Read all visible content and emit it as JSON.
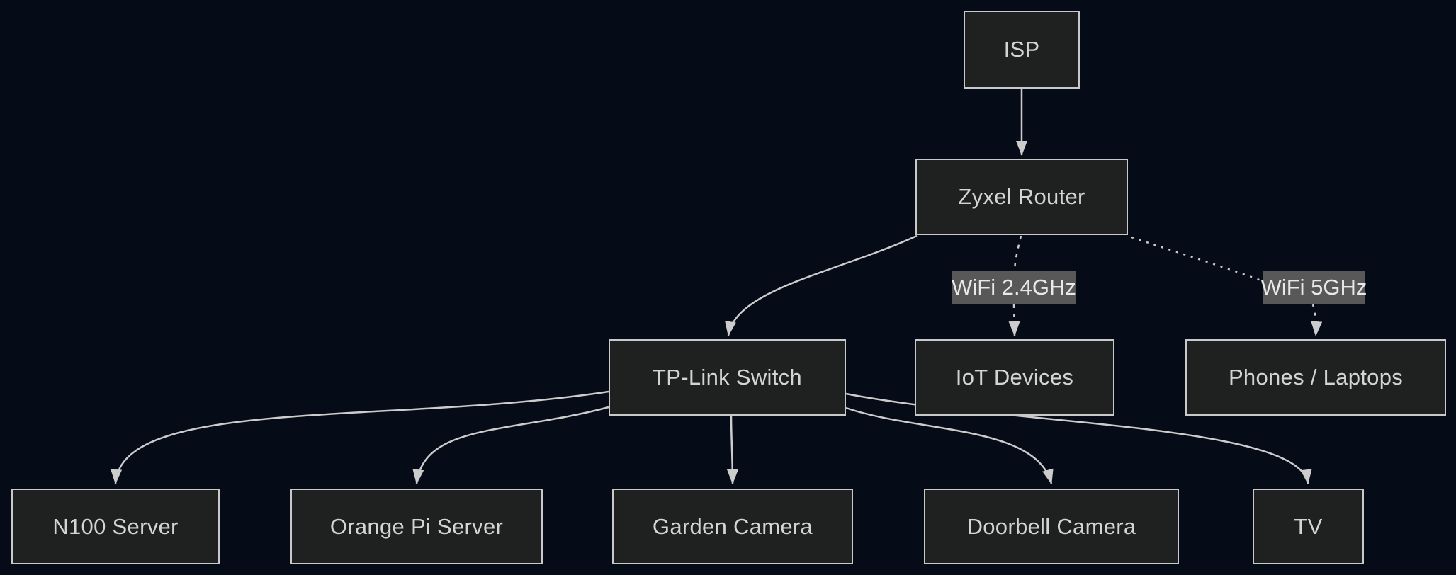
{
  "diagram": {
    "type": "flowchart",
    "theme": {
      "background": "#060b18",
      "node_fill": "#1f2020",
      "node_border": "#c9c9c9",
      "node_text": "#d4d4d4",
      "edge_color": "#cccccc",
      "arrowhead_color": "#cccccc",
      "edge_label_bg": "#585858",
      "edge_label_text": "#e9e9e9"
    },
    "nodes": {
      "isp": {
        "label": "ISP"
      },
      "router": {
        "label": "Zyxel Router"
      },
      "switch": {
        "label": "TP-Link Switch"
      },
      "iot": {
        "label": "IoT Devices"
      },
      "phones": {
        "label": "Phones / Laptops"
      },
      "n100": {
        "label": "N100 Server"
      },
      "orangepi": {
        "label": "Orange Pi Server"
      },
      "garden": {
        "label": "Garden Camera"
      },
      "doorbell": {
        "label": "Doorbell Camera"
      },
      "tv": {
        "label": "TV"
      }
    },
    "edges": [
      {
        "from": "isp",
        "to": "router",
        "style": "solid",
        "label": ""
      },
      {
        "from": "router",
        "to": "switch",
        "style": "solid",
        "label": ""
      },
      {
        "from": "router",
        "to": "iot",
        "style": "dashed",
        "label": "WiFi 2.4GHz"
      },
      {
        "from": "router",
        "to": "phones",
        "style": "dashed",
        "label": "WiFi 5GHz"
      },
      {
        "from": "switch",
        "to": "n100",
        "style": "solid",
        "label": ""
      },
      {
        "from": "switch",
        "to": "orangepi",
        "style": "solid",
        "label": ""
      },
      {
        "from": "switch",
        "to": "garden",
        "style": "solid",
        "label": ""
      },
      {
        "from": "switch",
        "to": "doorbell",
        "style": "solid",
        "label": ""
      },
      {
        "from": "switch",
        "to": "tv",
        "style": "solid",
        "label": ""
      }
    ]
  }
}
